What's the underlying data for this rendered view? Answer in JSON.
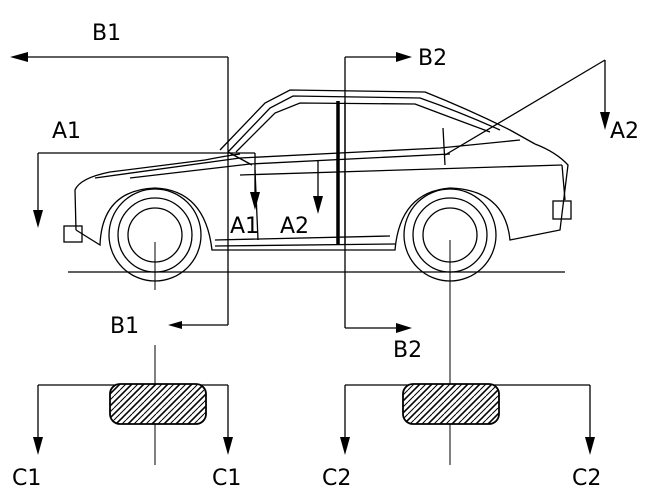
{
  "labels": {
    "b1_top": "B1",
    "b2_top": "B2",
    "a1_left": "A1",
    "a2_right": "A2",
    "a1_mid": "A1",
    "a2_mid": "A2",
    "b1_bottom": "B1",
    "b2_bottom": "B2",
    "c1_left": "C1",
    "c1_right": "C1",
    "c2_left": "C2",
    "c2_right": "C2"
  }
}
